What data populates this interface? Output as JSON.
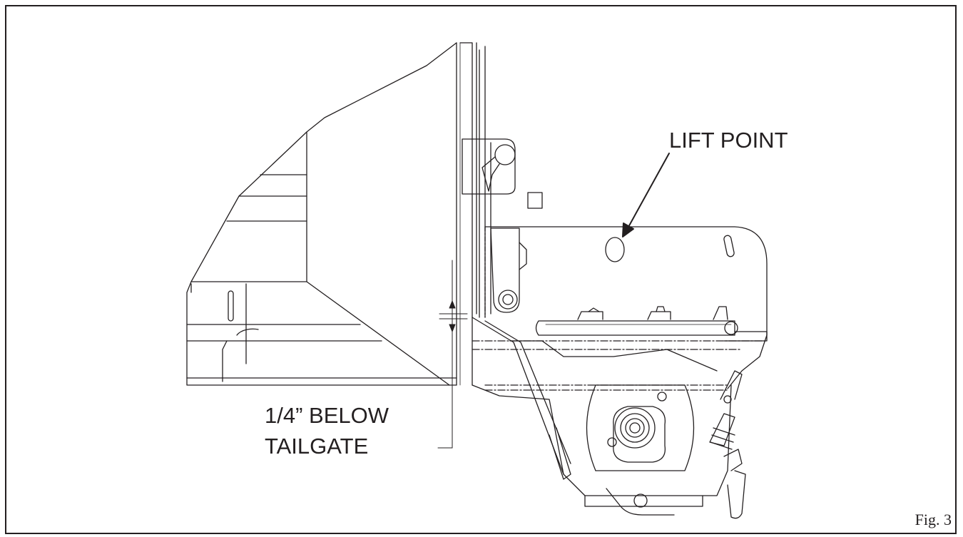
{
  "labels": {
    "lift_point": "LIFT POINT",
    "below_line1": "1/4” BELOW",
    "below_line2": "TAILGATE",
    "figure": "Fig. 3"
  },
  "colors": {
    "ink": "#231f20",
    "paper": "#ffffff"
  }
}
